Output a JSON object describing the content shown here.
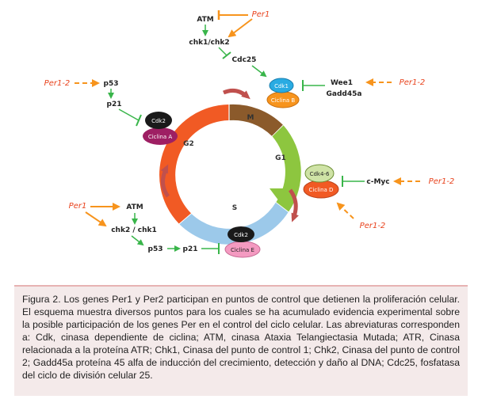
{
  "diagram": {
    "phases": {
      "m": "M",
      "g1": "G1",
      "s": "S",
      "g2": "G2"
    },
    "nodes": {
      "atm_top": "ATM",
      "per1_top": "Per1",
      "chk1_chk2": "chk1/chk2",
      "cdc25": "Cdc25",
      "per12_left": "Per1-2",
      "p53_top": "p53",
      "p21_top": "p21",
      "cdk2_a": "Cdk2",
      "ciclina_a": "Ciclina A",
      "cdk1": "Cdk1",
      "ciclina_b": "Ciclina B",
      "wee1": "Wee1",
      "gadd45a": "Gadd45a",
      "per12_right_top": "Per1-2",
      "cdk46": "Cdk4-6",
      "ciclina_d": "Ciclina D",
      "cmyc": "c-Myc",
      "per12_right_mid": "Per1-2",
      "per12_right_bottom": "Per1-2",
      "per1_bottom": "Per1",
      "atm_bottom": "ATM",
      "chk2_chk1": "chk2 / chk1",
      "p53_bottom": "p53",
      "p21_bottom": "p21",
      "cdk2_e": "Cdk2",
      "ciclina_e": "Ciclina E"
    },
    "colors": {
      "m": "#8b5a2b",
      "g1": "#8dc63f",
      "s": "#9cc9ea",
      "g2": "#f15a24",
      "activation": "#39b54a",
      "per_link": "#f7941d",
      "curved_arrow": "#c0504d"
    }
  },
  "caption": "Figura 2. Los genes Per1 y Per2 participan en puntos de control que detienen la proliferación celular. El esquema muestra diversos puntos para los cuales se ha acumulado evidencia experimental sobre la posible participación de los genes Per en el control del ciclo celular. Las abreviaturas corresponden a: Cdk, cinasa dependiente de ciclina; ATM, cinasa Ataxia Telangiectasia Mutada; ATR, Cinasa relacionada a la proteína ATR; Chk1, Cinasa del punto de control 1; Chk2, Cinasa del punto de control 2; Gadd45a proteína 45 alfa de inducción del crecimiento, detección y daño al DNA; Cdc25, fosfatasa del ciclo de división celular 25."
}
